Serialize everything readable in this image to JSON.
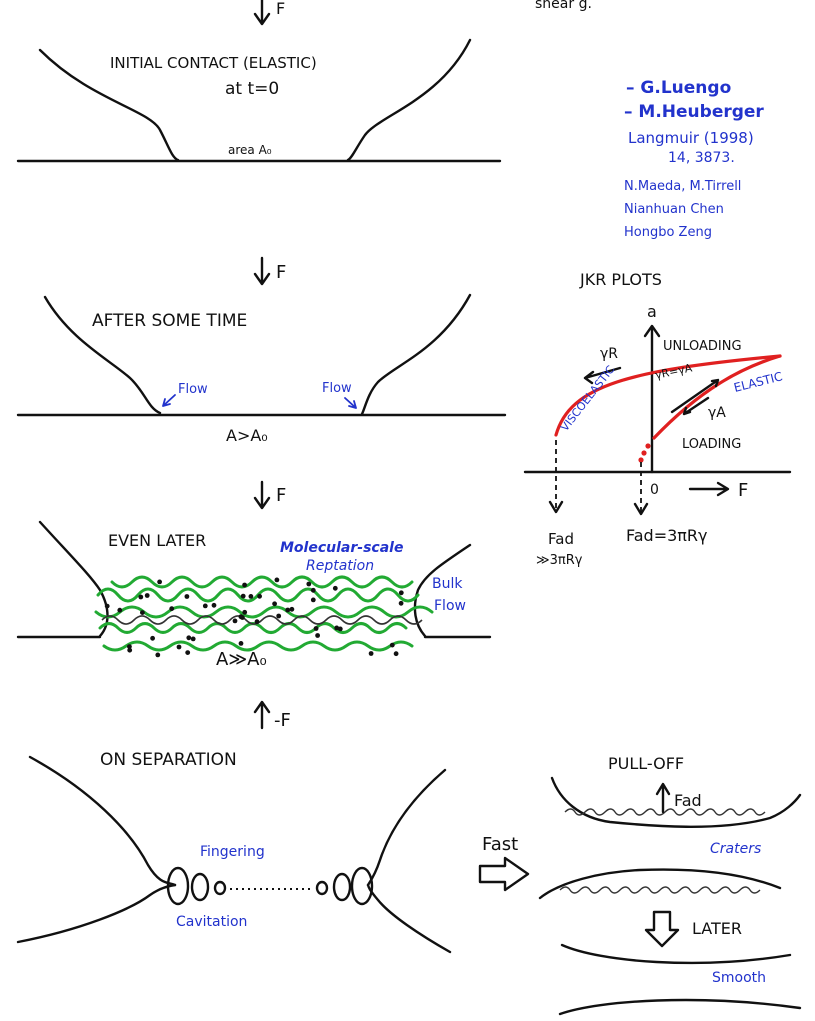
{
  "top_partial": {
    "force": "F",
    "corner_text": "shear g."
  },
  "panel1": {
    "force": "F",
    "title": "INITIAL CONTACT (ELASTIC)",
    "subtitle": "at t=0",
    "area_label": "area A₀"
  },
  "references": {
    "author1": "– G.Luengo",
    "author2": "– M.Heuberger",
    "journal": "Langmuir (1998)",
    "volume": "14, 3873.",
    "coauthor1": "N.Maeda, M.Tirrell",
    "coauthor2": "Nianhuan Chen",
    "coauthor3": "Hongbo Zeng"
  },
  "panel2": {
    "force": "F",
    "title": "AFTER SOME TIME",
    "flow_left": "Flow",
    "flow_right": "Flow",
    "area_label": "A>A₀"
  },
  "jkr": {
    "title": "JKR PLOTS",
    "axis_y": "a",
    "axis_x": "F",
    "origin": "0",
    "unloading": "UNLOADING",
    "loading": "LOADING",
    "gamma_r": "γR",
    "gamma_a": "γA",
    "gamma_eq": "γR=γA",
    "viscoelastic": "VISCOELASTIC",
    "elastic": "ELASTIC",
    "fad_left": "Fad",
    "fad_left_value": "≫3πRγ",
    "fad_right": "Fad=3πRγ",
    "colors": {
      "curve": "#e02020",
      "label": "#2233cc"
    }
  },
  "panel3": {
    "force": "F",
    "title": "EVEN LATER",
    "reptation1": "Molecular-scale",
    "reptation2": "Reptation",
    "bulk1": "Bulk",
    "bulk2": "Flow",
    "area_label": "A≫A₀",
    "colors": {
      "chains": "#22aa33"
    }
  },
  "panel4": {
    "force": "-F",
    "title": "ON SEPARATION",
    "fingering": "Fingering",
    "cavitation": "Cavitation",
    "fast": "Fast"
  },
  "pulloff": {
    "title": "PULL-OFF",
    "force": "Fad",
    "craters": "Craters",
    "later": "LATER",
    "smooth": "Smooth"
  }
}
